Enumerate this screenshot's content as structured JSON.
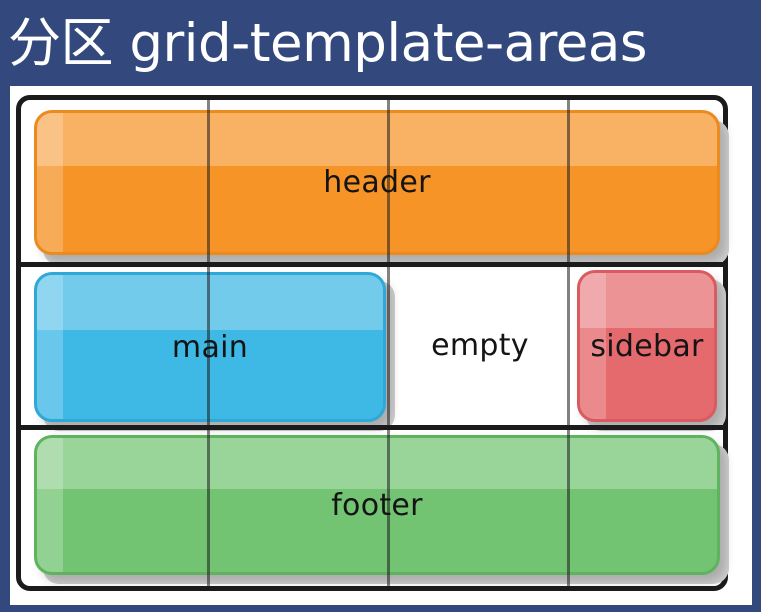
{
  "slide": {
    "title": "分区 grid-template-areas",
    "background_color": "#33497d",
    "canvas_color": "#ffffff",
    "frame_color": "#1b1b1b"
  },
  "diagram": {
    "type": "css-grid-template-areas",
    "columns": 4,
    "rows": 3,
    "areas": [
      {
        "name": "header",
        "label": "header",
        "color": "#f79428",
        "row": 1,
        "column_start": 1,
        "column_span": 4,
        "filled": true
      },
      {
        "name": "main",
        "label": "main",
        "color": "#3eb8e5",
        "row": 2,
        "column_start": 1,
        "column_span": 2,
        "filled": true
      },
      {
        "name": "empty",
        "label": "empty",
        "color": "#ffffff",
        "row": 2,
        "column_start": 3,
        "column_span": 1,
        "filled": false
      },
      {
        "name": "sidebar",
        "label": "sidebar",
        "color": "#e56a6e",
        "row": 2,
        "column_start": 4,
        "column_span": 1,
        "filled": true
      },
      {
        "name": "footer",
        "label": "footer",
        "color": "#72c472",
        "row": 3,
        "column_start": 1,
        "column_span": 4,
        "filled": true
      }
    ]
  }
}
